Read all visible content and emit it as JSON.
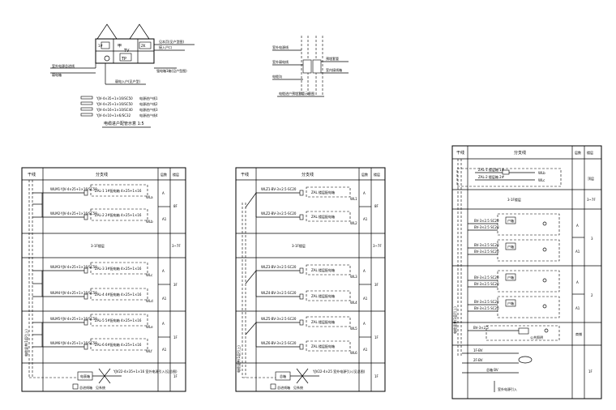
{
  "top_left": {
    "labels": [
      "甲",
      "TV",
      "TP",
      "ZK",
      "1#"
    ],
    "callouts": [
      "见本页(见户型图)",
      "接入户口",
      "强电箱1箱(见户型图)",
      "室外电源总进线",
      "弱电箱",
      "弱电入户(见户型)"
    ],
    "legend": [
      {
        "code": "YJV-4×35+1×16/SC50",
        "desc": "电源进户线1"
      },
      {
        "code": "YJV-4×25+1×16/SC50",
        "desc": "电源进户线2"
      },
      {
        "code": "YJV-4×16+1×10/SC40",
        "desc": "电源进户线3"
      },
      {
        "code": "YJV-4×10+1×6/SC32",
        "desc": "电源进户线4"
      }
    ],
    "caption": "电缆进户配管示意 1:5"
  },
  "top_right": {
    "callouts": [
      "室外电源线",
      "室外弱电线",
      "电缆沟",
      "预埋套管",
      "室内接线箱"
    ],
    "caption": "电缆进户预埋套管示意图"
  },
  "table_left": {
    "headers": [
      "干线",
      "分支线",
      "层数",
      "楼层"
    ],
    "row_rows": [
      {
        "feeder": "WLM1-YJV-4×25+1×16/SC50",
        "box": "ZAL-1 1#配电箱  4×25+1×16",
        "tag": "WLa",
        "layer": "A",
        "floor": "8F"
      },
      {
        "feeder": "WLM2-YJV-4×25+1×16/SC50",
        "box": "ZAL-2 2#配电箱  4×25+1×16",
        "tag": "WLb",
        "layer": "A1",
        "floor": ""
      },
      {
        "feeder": "WLM3-YJV-4×25+1×16/SC50",
        "box": "ZAL-3 3#配电箱  4×25+1×16",
        "tag": "WLc",
        "layer": "A",
        "floor": "3F"
      },
      {
        "feeder": "WLM4-YJV-4×25+1×16/SC50",
        "box": "ZAL-4 4#配电箱  4×25+1×16",
        "tag": "WLd",
        "layer": "A1",
        "floor": ""
      },
      {
        "feeder": "WLM5-YJV-4×25+1×16/SC50",
        "box": "ZAL-5 5#配电箱  4×25+1×16",
        "tag": "WLe",
        "layer": "A",
        "floor": "1F"
      },
      {
        "feeder": "WLM6-YJV-4×25+1×16/SC50",
        "box": "ZAL-6 6#配电箱  4×25+1×16",
        "tag": "WLf",
        "layer": "A1",
        "floor": ""
      }
    ],
    "mid_label": "3-1F楼层",
    "mid_floor": "3~7F",
    "bottom_box": "电表箱",
    "bottom_note": "YJV22-4×35+1×16 室外电源引入(见总图)",
    "bottom_left": "总进线箱",
    "bottom_left2": "见系统",
    "bottom_floor": "1F",
    "vertical_label": "电缆竖井(1层引上)"
  },
  "table_mid": {
    "headers": [
      "干线",
      "分支线",
      "层数",
      "楼层"
    ],
    "row_rows": [
      {
        "feeder": "WLZ1-BV-3×2.5-SC20",
        "box": "ZAL 楼层配电箱",
        "tag": "WL1",
        "layer": "A",
        "floor": "8F"
      },
      {
        "feeder": "WLZ2-BV-3×2.5-SC20",
        "box": "ZAL 楼层配电箱",
        "tag": "WL2",
        "layer": "A1",
        "floor": ""
      },
      {
        "feeder": "WLZ3-BV-3×2.5-SC20",
        "box": "ZAL 楼层配电箱",
        "tag": "WL3",
        "layer": "A",
        "floor": "3F"
      },
      {
        "feeder": "WLZ4-BV-3×2.5-SC20",
        "box": "ZAL 楼层配电箱",
        "tag": "WL4",
        "layer": "A1",
        "floor": ""
      },
      {
        "feeder": "WLZ5-BV-3×2.5-SC20",
        "box": "ZAL 楼层配电箱",
        "tag": "WL5",
        "layer": "A",
        "floor": "1F"
      },
      {
        "feeder": "WLZ6-BV-3×2.5-SC20",
        "box": "ZAL 楼层配电箱",
        "tag": "WL6",
        "layer": "A1",
        "floor": ""
      }
    ],
    "mid_label": "3-1F楼层",
    "mid_floor": "3~7F",
    "bottom_box": "总箱",
    "bottom_note": "YJV22-4×25 室外电源引入(见总图)",
    "bottom_left": "总进线箱",
    "bottom_left2": "见系统",
    "bottom_floor": "1F",
    "vertical_label": "电缆竖井(1层引上)"
  },
  "table_right": {
    "headers": [
      "干线",
      "分支线",
      "层数",
      "楼层"
    ],
    "top_rows": [
      "ZAL-1 楼层箱 1#",
      "ZAL-2 楼层箱 2#"
    ],
    "top_tags": [
      "WLb",
      "WLc"
    ],
    "top_floor": "顶层",
    "mid_label": "3-1F楼层",
    "mid_floor": "3~7F",
    "rows": [
      {
        "feeder": "BV-3×2.5 SC20",
        "feeder2": "BV-3×2.5 SC20",
        "box": "户箱",
        "layer": "A",
        "floor": "3"
      },
      {
        "feeder": "BV-3×2.5 SC20",
        "feeder2": "BV-3×2.5 SC20",
        "box": "户箱",
        "layer": "A1",
        "floor": ""
      },
      {
        "feeder": "BV-3×2.5 SC20",
        "feeder2": "BV-3×2.5 SC20",
        "box": "户箱",
        "layer": "A",
        "floor": "2"
      },
      {
        "feeder": "BV-3×2.5 SC20",
        "feeder2": "BV-3×2.5 SC20",
        "box": "户箱",
        "layer": "A1",
        "floor": ""
      }
    ],
    "low_row": {
      "feeder": "BV-3×2.5",
      "box": "公共照明",
      "layer": "商铺",
      "floor": ""
    },
    "bottom_rows": [
      "1F-BV",
      "2F-BV",
      "总箱 BV"
    ],
    "bottom_floor": "1F",
    "bottom_note": "室外电源引入",
    "vertical_label": "电缆竖井(1层引上)"
  }
}
